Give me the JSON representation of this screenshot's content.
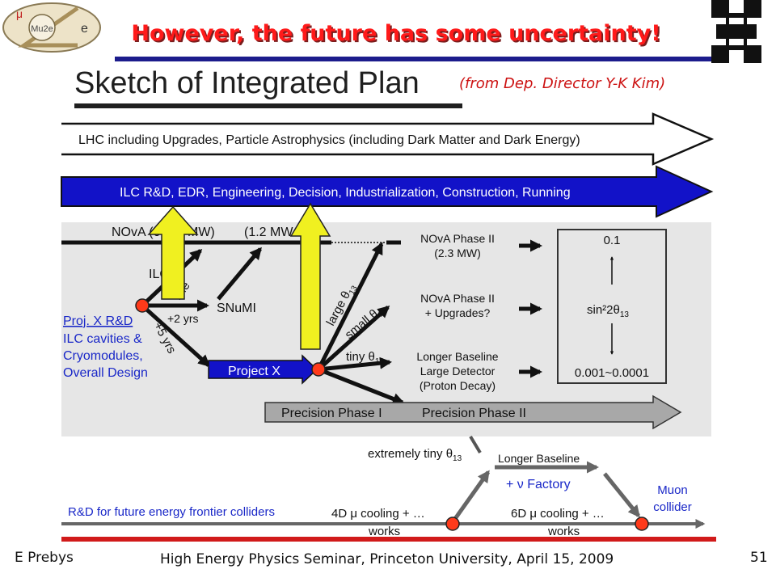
{
  "slide": {
    "title": "However, the future has some uncertainty!",
    "sketch_title": "Sketch of Integrated Plan",
    "attribution": "(from Dep. Director Y-K Kim)",
    "logo_left_text": "Mu2e",
    "logo_left_mu": "μ",
    "logo_left_e": "e",
    "accent_color": "#ff1a1a"
  },
  "footer": {
    "author": "E Prebys",
    "event": "High Energy Physics Seminar, Princeton University, April 15, 2009",
    "page": "51"
  },
  "diagram": {
    "lhc_arrow": "LHC including Upgrades, Particle Astrophysics (including Dark Matter and Dark Energy)",
    "ilc_arrow": "ILC R&D, EDR, Engineering, Decision, Industrialization, Construction, Running",
    "nova_start": "NOvA (0",
    "nova_end": "MW)",
    "nova_upgrade": "(1.2 MW",
    "ilc_short": "ILC",
    "baseline_label": "line",
    "plus2yrs": "+2 yrs",
    "plus5yrs": "+5 yrs",
    "snumi": "SNuMI",
    "projx_rd": [
      "Proj. X R&D",
      "ILC cavities &",
      "Cryomodules,",
      "Overall Design"
    ],
    "project_x": "Project X",
    "large_theta": "large θ",
    "small_theta": "small θ",
    "tiny_theta": "tiny θ",
    "theta_sub": "13",
    "outcome1": [
      "NOvA Phase II",
      "(2.3 MW)"
    ],
    "outcome2": [
      "NOvA Phase II",
      "+ Upgrades?"
    ],
    "outcome3": [
      "Longer Baseline",
      "Large Detector",
      "(Proton Decay)"
    ],
    "sin_top": "0.1",
    "sin_label": "sin²2θ",
    "sin_sub": "13",
    "sin_bottom": "0.001~0.0001",
    "precision1": "Precision Phase I",
    "precision2": "Precision Phase II",
    "extremely_tiny": "extremely tiny θ",
    "longer_baseline": "Longer Baseline",
    "nu_factory": "+ ν Factory",
    "rd_colliders": "R&D for future energy frontier colliders",
    "cooling4d": "4D μ cooling + …",
    "cooling6d": "6D μ cooling + …",
    "works": "works",
    "muon_collider": [
      "Muon",
      "collider"
    ]
  }
}
